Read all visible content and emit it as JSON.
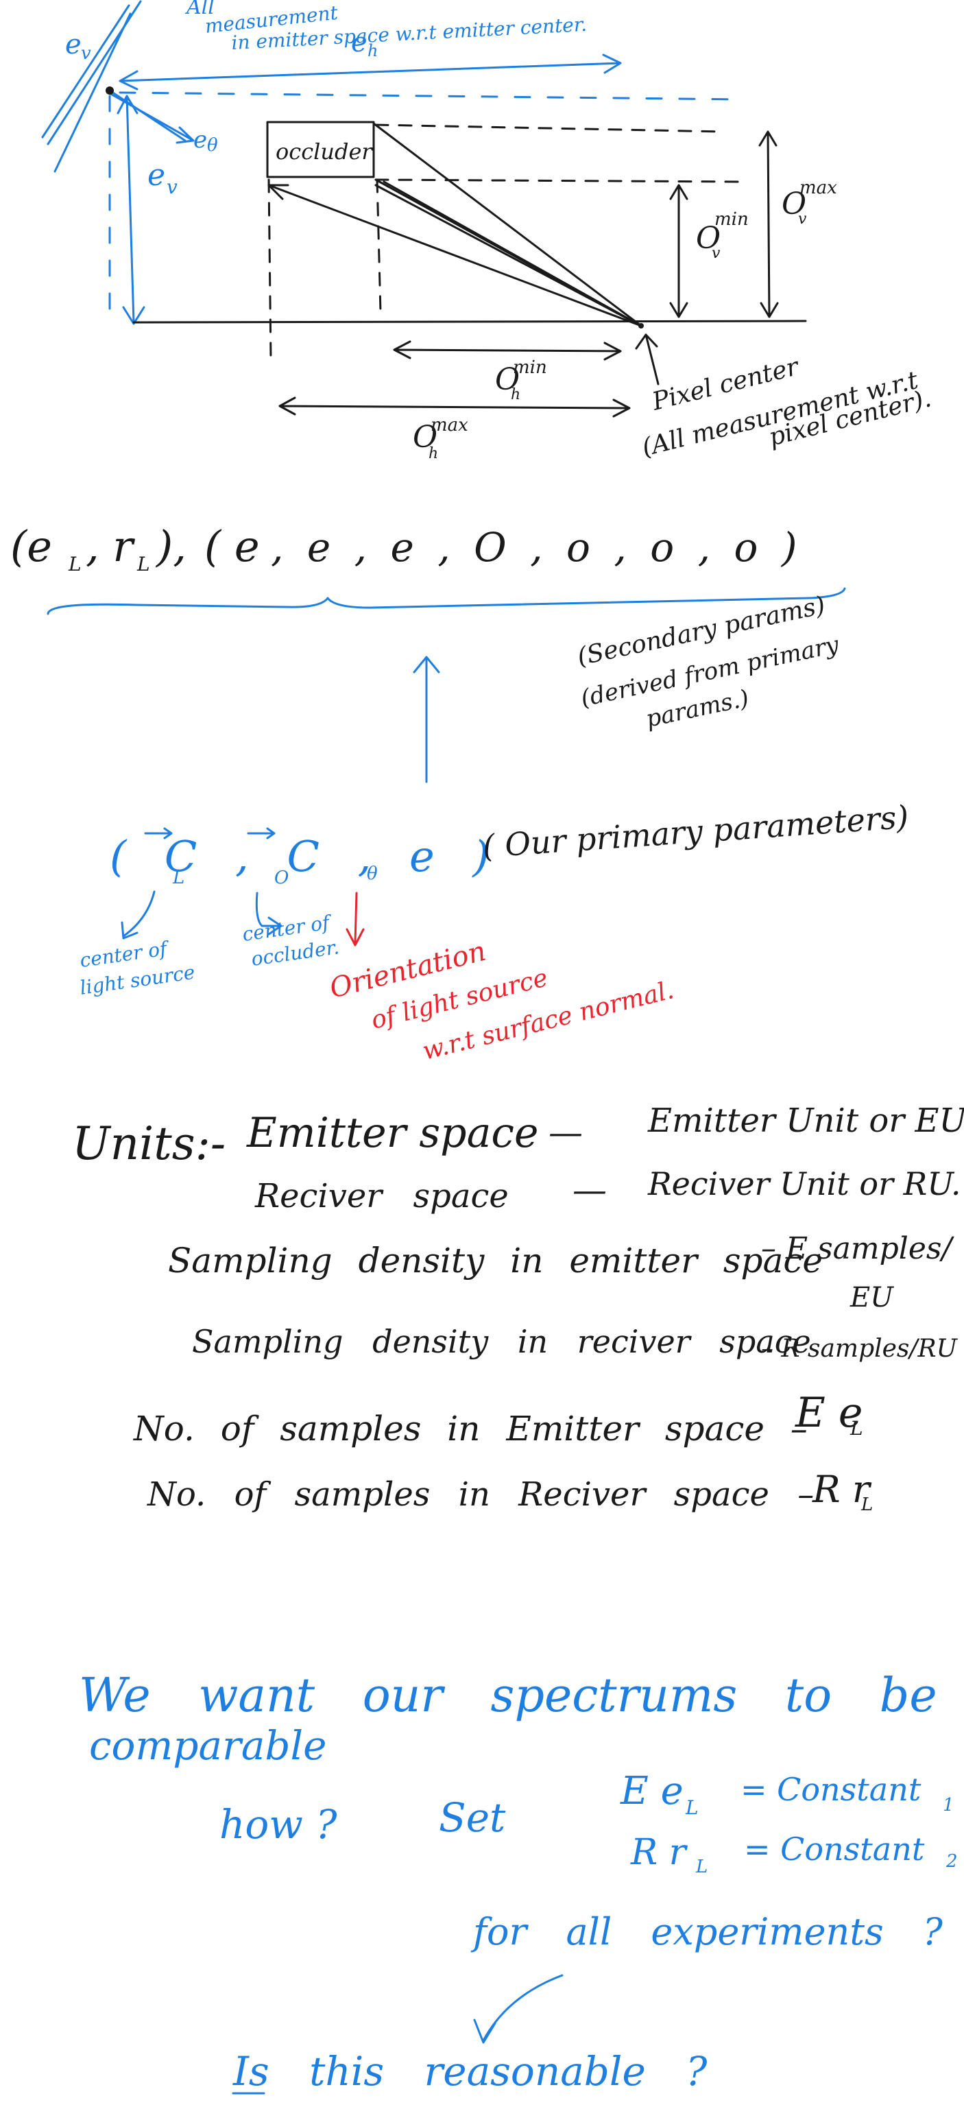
{
  "colors": {
    "black_ink": "#1a1a1a",
    "blue_ink": "#1f7fe0",
    "red_ink": "#e8242c",
    "background": "#ffffff"
  },
  "diagram": {
    "emitter_note_1": "All",
    "emitter_note_2": "measurement",
    "emitter_note_3": "in emitter space w.r.t emitter center.",
    "e_v_top": "e",
    "e_v_top_sub": "v",
    "e_h": "e",
    "e_h_sub": "h",
    "e_theta": "e",
    "e_theta_sub": "θ",
    "e_v_side": "e",
    "e_v_side_sub": "v",
    "occluder": "occluder",
    "o_v_min": "O",
    "o_v_min_sub": "v",
    "o_v_min_sup": "min",
    "o_v_max": "O",
    "o_v_max_sub": "v",
    "o_v_max_sup": "max",
    "o_h_min": "O",
    "o_h_min_sub": "h",
    "o_h_min_sup": "min",
    "o_h_max": "O",
    "o_h_max_sub": "h",
    "o_h_max_sup": "max",
    "pixel_note_1": "Pixel center",
    "pixel_note_2": "(All measurement w.r.t",
    "pixel_note_3": "pixel center)."
  },
  "params": {
    "tuple_primary": "(e",
    "tuple_primary_l": "L",
    "tuple_r": ", r",
    "tuple_r_sub": "L",
    "tuple_close": "),",
    "tuple_secondary": "( e",
    "secondary_items": ", e , e , O , o , o , o )",
    "secondary_note_1": "(Secondary params)",
    "secondary_note_2": "(derived from primary",
    "secondary_note_3": "params.)",
    "primary_tuple": "( C , C , e )",
    "c_l_sub": "L",
    "c_o_sub": "O",
    "e_theta_sub": "θ",
    "primary_note": "( Our primary parameters)",
    "center_light_1": "center of",
    "center_light_2": "light source",
    "center_occ_1": "center of",
    "center_occ_2": "occluder.",
    "orient_1": "Orientation",
    "orient_2": "of light source",
    "orient_3": "w.r.t surface normal."
  },
  "units": {
    "heading": "Units:-",
    "emitter_space": "Emitter space",
    "dash_1": "—",
    "emitter_unit": "Emitter Unit or EU",
    "receiver_space": "Reciver space",
    "dash_2": "—",
    "receiver_unit": "Reciver Unit or RU.",
    "sampling_emitter": "Sampling density in emitter space",
    "sampling_emitter_val": "– E samples/",
    "sampling_emitter_unit": "EU",
    "sampling_receiver": "Sampling density in reciver space",
    "sampling_receiver_val": "– R samples/RU",
    "num_emitter": "No. of samples in Emitter space –",
    "num_emitter_val": "E e",
    "num_emitter_sub": "L",
    "num_receiver": "No. of samples in Reciver space –",
    "num_receiver_val": "R r",
    "num_receiver_sub": "L"
  },
  "conclusion": {
    "line_1": "We want our spectrums to be",
    "line_2": "comparable",
    "how": "how ?",
    "set": "Set",
    "eq_1_lhs": "E e",
    "eq_1_sub": "L",
    "eq_1_rhs": "= Constant",
    "eq_1_rhs_sub": "1",
    "eq_2_lhs": "R r",
    "eq_2_sub": "L",
    "eq_2_rhs": "= Constant",
    "eq_2_rhs_sub": "2",
    "for_all": "for all experiments ?",
    "question": "Is this reasonable ?"
  }
}
